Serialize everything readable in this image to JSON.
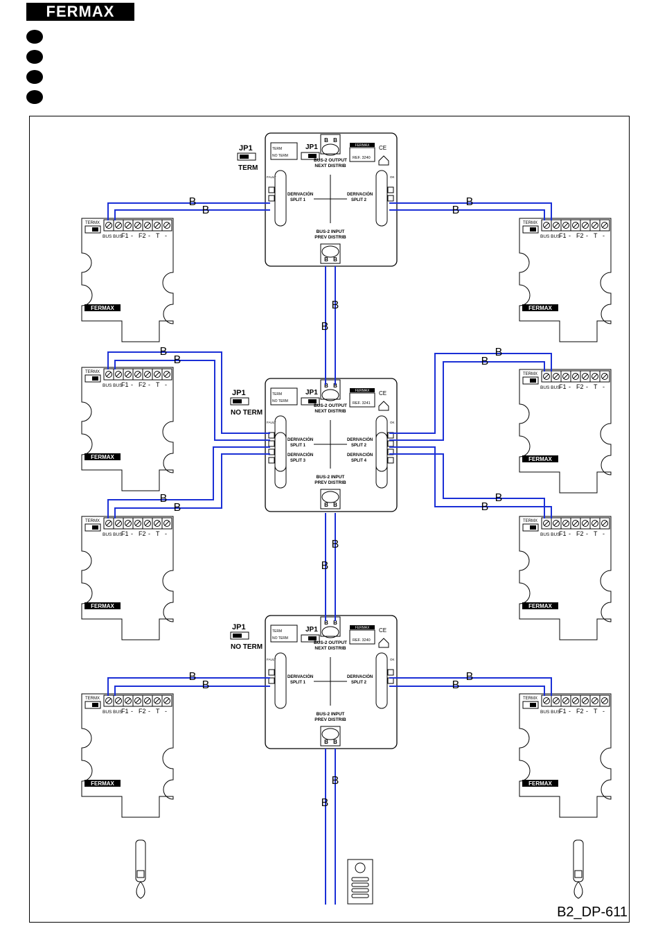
{
  "brand": "FERMAX",
  "diagram_code": "B2_DP-611",
  "labels": {
    "bus": "B",
    "jp1": "JP1",
    "term": "TERM",
    "no_term": "NO TERM",
    "bus_output": "BUS-2 OUTPUT",
    "next_distrib": "NEXT DISTRIB",
    "bus_input": "BUS-2 INPUT",
    "prev_distrib": "PREV DISTRIB",
    "derivacion": "DERIVACIÓN",
    "split1": "SPLIT 1",
    "split2": "SPLIT 2",
    "split3": "SPLIT 3",
    "split4": "SPLIT 4",
    "fault": "FAULT",
    "ok": "OK",
    "termx": "TERMX",
    "bus_bus": "BUS BUS",
    "f1": "F1",
    "f2": "F2",
    "t": "T",
    "dash": "-",
    "ref_3240": "REF. 3240",
    "ref_3241": "REF. 3241",
    "ce": "CE",
    "no_term_small": "NO TERM"
  },
  "distributors": [
    {
      "ref": "REF. 3240",
      "jp_state": "TERM",
      "outputs": 2
    },
    {
      "ref": "REF. 3241",
      "jp_state": "NO TERM",
      "outputs": 4
    },
    {
      "ref": "REF. 3240",
      "jp_state": "NO TERM",
      "outputs": 2
    }
  ],
  "colors": {
    "wire": "#1a2fd6",
    "line": "#000000"
  }
}
